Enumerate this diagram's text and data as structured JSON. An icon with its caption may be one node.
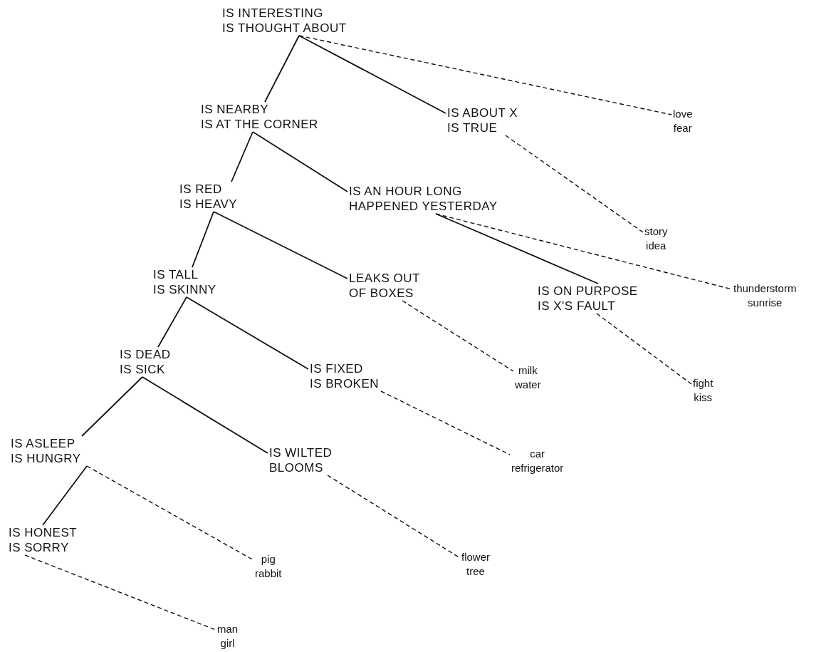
{
  "diagram": {
    "nodes": [
      {
        "text": [
          "IS INTERESTING",
          "IS THOUGHT ABOUT"
        ]
      },
      {
        "text": [
          "IS NEARBY",
          "IS AT THE CORNER"
        ]
      },
      {
        "text": [
          "IS ABOUT X",
          "IS TRUE"
        ]
      },
      {
        "text": [
          "love",
          "fear"
        ]
      },
      {
        "text": [
          "IS RED",
          "IS HEAVY"
        ]
      },
      {
        "text": [
          "IS AN HOUR LONG",
          "HAPPENED YESTERDAY"
        ]
      },
      {
        "text": [
          "story",
          "idea"
        ]
      },
      {
        "text": [
          "IS TALL",
          "IS SKINNY"
        ]
      },
      {
        "text": [
          "LEAKS OUT OF BOXES"
        ]
      },
      {
        "text": [
          "IS ON PURPOSE",
          "IS X'S FAULT"
        ]
      },
      {
        "text": [
          "thunderstorm",
          "sunrise"
        ]
      },
      {
        "text": [
          "IS DEAD",
          "IS SICK"
        ]
      },
      {
        "text": [
          "IS FIXED",
          "IS BROKEN"
        ]
      },
      {
        "text": [
          "milk",
          "water"
        ]
      },
      {
        "text": [
          "fight",
          "kiss"
        ]
      },
      {
        "text": [
          "IS ASLEEP",
          "IS HUNGRY"
        ]
      },
      {
        "text": [
          "IS WILTED",
          "BLOOMS"
        ]
      },
      {
        "text": [
          "car",
          "refrigerator"
        ]
      },
      {
        "text": [
          "IS HONEST",
          "IS SORRY"
        ]
      },
      {
        "text": [
          "pig",
          "rabbit"
        ]
      },
      {
        "text": [
          "flower",
          "tree"
        ]
      },
      {
        "text": [
          "man",
          "girl"
        ]
      }
    ],
    "edges": [
      {
        "from": 0,
        "to": 1,
        "arrow": "none"
      },
      {
        "from": 0,
        "to": 2,
        "arrow": "none"
      },
      {
        "from": 0,
        "to": 3,
        "arrow": "none",
        "style": "dashed"
      },
      {
        "from": 1,
        "to": 4,
        "arrow": "none"
      },
      {
        "from": 1,
        "to": 5,
        "arrow": "none"
      },
      {
        "from": 2,
        "to": 6,
        "arrow": "none",
        "style": "dashed"
      },
      {
        "from": 4,
        "to": 7,
        "arrow": "none"
      },
      {
        "from": 4,
        "to": 8,
        "arrow": "none"
      },
      {
        "from": 5,
        "to": 9,
        "arrow": "none"
      },
      {
        "from": 5,
        "to": 10,
        "arrow": "none",
        "style": "dashed"
      },
      {
        "from": 7,
        "to": 11,
        "arrow": "none"
      },
      {
        "from": 7,
        "to": 12,
        "arrow": "none"
      },
      {
        "from": 8,
        "to": 13,
        "arrow": "none",
        "style": "dashed"
      },
      {
        "from": 9,
        "to": 14,
        "arrow": "none",
        "style": "dashed"
      },
      {
        "from": 11,
        "to": 15,
        "arrow": "none"
      },
      {
        "from": 11,
        "to": 16,
        "arrow": "none"
      },
      {
        "from": 12,
        "to": 17,
        "arrow": "none",
        "style": "dashed"
      },
      {
        "from": 15,
        "to": 18,
        "arrow": "none"
      },
      {
        "from": 15,
        "to": 19,
        "arrow": "none",
        "style": "dashed"
      },
      {
        "from": 16,
        "to": 20,
        "arrow": "none",
        "style": "dashed"
      },
      {
        "from": 18,
        "to": 21,
        "arrow": "none",
        "style": "dashed"
      }
    ]
  }
}
